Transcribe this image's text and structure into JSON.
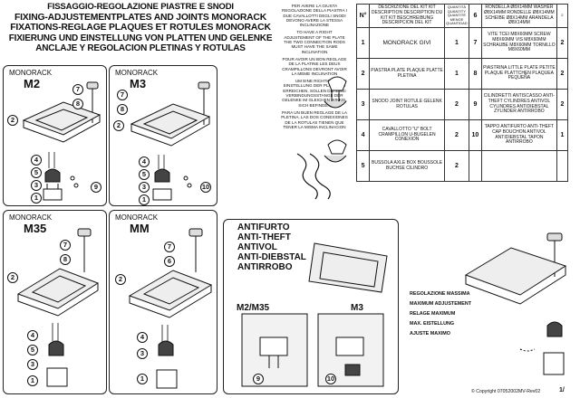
{
  "title_lines": [
    "FISSAGGIO-REGOLAZIONE PIASTRE E SNODI",
    "FIXING-ADJUSTEMENTPLATES AND JOINTS MONORACK",
    "FIXATIONS-REGLAGE PLAQUES ET ROTULES MONORACK",
    "FIXIERUNG UND EINSTELLUNG VON PLATTEN UND GELENKE",
    "ANCLAJE Y REGOLACION PLETINAS Y ROTULAS"
  ],
  "inclination_notes": [
    "PER AVERE LA GIUSTA REGOLAZIONE DELLA PIASTRA I DUE CAVALLOTTI DEGLI SNODI DEVONO AVERE LA STESSA INCLINAZIONE",
    "TO HAVE A RIGHT ADJUSTEMENT OF THE PLATE THE TWO CONNECTION RODS MUST HAVE THE SAME INCLINATION",
    "POUR AVOIR UN BON REGLAGE DE LA PLATINE LES DEUX CRAMPILLONS DEVRONT AVOIR LA MEME INCLINATION",
    "UM EINE RICHTIGE EINSTELLUNG DER PLATTE ZU ERREICHEN, SOLLEN DIE ZWEI VERBINDUNGSSTANGE DER GELENKE IM GLEICHEN WINKEL SICH BEFINDEN",
    "PARA UN BUEN REGLAGE DE LA PLETINA, LAS DOS CONEXIONES DE LA ROTULAS TIENEN QUE TENER LA MISMA INCLINACION"
  ],
  "panels": {
    "m2": {
      "label": "MONORACK",
      "model": "M2"
    },
    "m3": {
      "label": "MONORACK",
      "model": "M3"
    },
    "m35": {
      "label": "MONORACK",
      "model": "M35"
    },
    "mm": {
      "label": "MONORACK",
      "model": "MM"
    }
  },
  "callouts": {
    "m2": [
      "7",
      "8",
      "2",
      "4",
      "5",
      "3",
      "1",
      "9"
    ],
    "m3": [
      "7",
      "8",
      "2",
      "4",
      "5",
      "3",
      "1",
      "10"
    ],
    "m35": [
      "7",
      "8",
      "2",
      "4",
      "5",
      "3",
      "1"
    ],
    "mm": [
      "7",
      "6",
      "2",
      "4",
      "3",
      "1"
    ],
    "anti": [
      "9",
      "10"
    ]
  },
  "parts_table": {
    "header": {
      "num": "N°",
      "desc": "DESCRIZIONE DEL KIT KIT DESCRIPTION DESCRIPTION DU KIT KIT BESCHREIBUNG DESCRIPCION DEL KIT",
      "qty": "Quantità Quantity Quantité Menge Quantidad"
    },
    "left": [
      {
        "n": "1",
        "desc": "MONORACK GIVI",
        "q": "1"
      },
      {
        "n": "2",
        "desc": "PIASTRA PLATE PLAQUE PLATTE PLETINA",
        "q": "1"
      },
      {
        "n": "3",
        "desc": "SNODO JOINT ROTULE GELENK ROTULAS",
        "q": "2"
      },
      {
        "n": "4",
        "desc": "CAVALLOTTO \"U\" BOLT CRAMPILLON U-BUGELEN CONEXION",
        "q": "2"
      },
      {
        "n": "5",
        "desc": "BUSSOLA AXLE BOX BOUSSOLE BUCHSE CILINDRO",
        "q": "2"
      }
    ],
    "right": [
      {
        "n": "6",
        "desc": "RONDELLA Ø8x14mm WASHER Ø8x14mm RONDELLE Ø8x14mm SCHEIBE Ø8x14mm ARANDELA Ø8x14mm",
        "q": "2"
      },
      {
        "n": "7",
        "desc": "VITE TCEI M8x60mm SCREW M8x60mm VIS M8x60mm SCHRAUBE M8x60mm TORNILLO M8x60mm",
        "q": "2"
      },
      {
        "n": "8",
        "desc": "PIASTRINA LITTLE PLATE PETITE PLAQUE PLATTCHEN PLAQUEA PEQUEÑA",
        "q": "2"
      },
      {
        "n": "9",
        "desc": "CILINDRETTI ANTISCASSO ANTI-THEFT CYLINDRES ANTIVOL CYLINDRES ANTIDIEBSTAL ZYLINDER ANTIRROBO",
        "q": "2"
      },
      {
        "n": "10",
        "desc": "TAPPO ANTIFURTO ANTI-THEFT CAP BOUCHON ANTIVOL ANTIDIEBSTAL TAPON ANTIRROBO",
        "q": "1"
      }
    ]
  },
  "antitheft_lines": [
    "ANTIFURTO",
    "ANTI-THEFT",
    "ANTIVOL",
    "ANTI-DIEBSTAL",
    "ANTIRROBO"
  ],
  "antitheft_sub": {
    "left": "M2/M35",
    "right": "M3"
  },
  "max_adjustment": [
    "REGOLAZIONE MASSIMA",
    "MAXIMUM ADJUSTEMENT",
    "RELAGE MAXIMUM",
    "MAX. EISTELLUNG",
    "AJUSTE MAXIMO"
  ],
  "footer": {
    "copyright": "© Copyright 07052002MV-Rev02",
    "page": "1/"
  },
  "colors": {
    "ink": "#111111",
    "paper": "#ffffff",
    "shade": "#cfcfcf"
  }
}
